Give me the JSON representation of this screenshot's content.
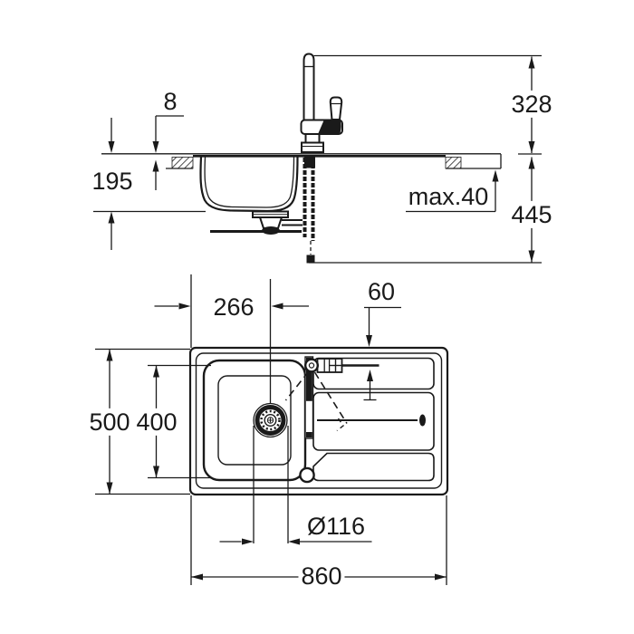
{
  "drawing": {
    "background": "#ffffff",
    "line_color": "#1a1a1a",
    "views": {
      "side": {
        "dims": {
          "faucet_height": "328",
          "rim_height": "8",
          "bowl_depth": "195",
          "max_counter_thickness": "max.40",
          "total_height": "445"
        }
      },
      "plan": {
        "dims": {
          "edge_to_drain": "266",
          "faucet_edge_offset": "60",
          "overall_width": "500",
          "bowl_cutout_width": "400",
          "drain_diameter": "Ø116",
          "overall_length": "860"
        }
      }
    }
  }
}
